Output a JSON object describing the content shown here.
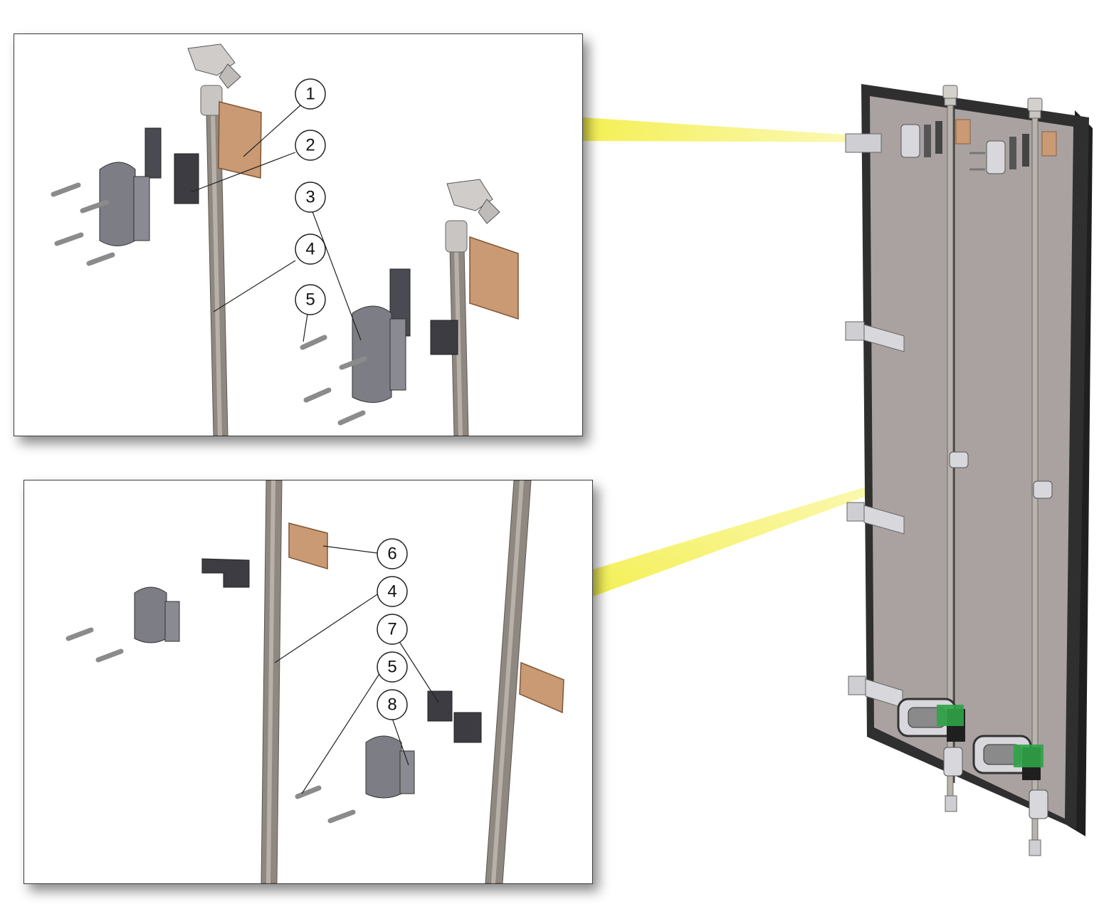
{
  "top_detail": {
    "callouts": [
      {
        "id": "1",
        "label": "1"
      },
      {
        "id": "2",
        "label": "2"
      },
      {
        "id": "3",
        "label": "3"
      },
      {
        "id": "4",
        "label": "4"
      },
      {
        "id": "5",
        "label": "5"
      }
    ]
  },
  "bottom_detail": {
    "callouts": [
      {
        "id": "6",
        "label": "6"
      },
      {
        "id": "4",
        "label": "4"
      },
      {
        "id": "7",
        "label": "7"
      },
      {
        "id": "5",
        "label": "5"
      },
      {
        "id": "8",
        "label": "8"
      }
    ]
  },
  "colors": {
    "rod": "#8f8880",
    "rod_highlight": "#c9c3bc",
    "gasket": "#c99a73",
    "bracket": "#7d7d85",
    "plastic": "#3c3c42",
    "door_panel": "#a9a2a1",
    "door_frame": "#2f2f2f",
    "beam": "#f5f27a",
    "green_pad": "#2fa347"
  }
}
